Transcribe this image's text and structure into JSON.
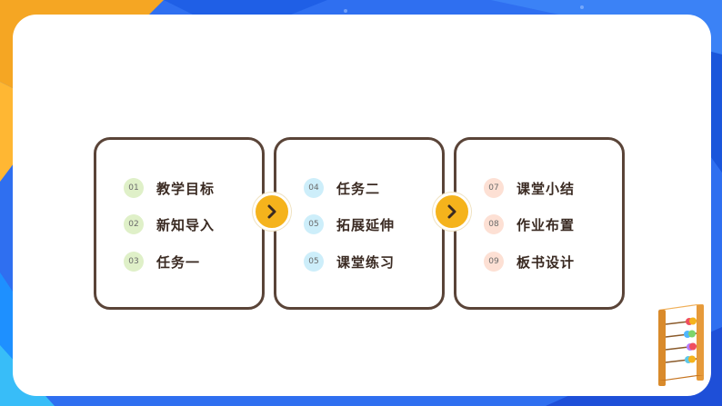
{
  "colors": {
    "background": "#2f6ff0",
    "accent_orange": "#f5a623",
    "panel_border": "#5a4438",
    "arrow_fill": "#f5b31c",
    "badge_green": "#dff0c8",
    "badge_blue": "#cdeefa",
    "badge_peach": "#fde0d4"
  },
  "panels": [
    {
      "items": [
        {
          "num": "01",
          "label": "教学目标",
          "badge": "green"
        },
        {
          "num": "02",
          "label": "新知导入",
          "badge": "green"
        },
        {
          "num": "03",
          "label": "任务一",
          "badge": "green"
        }
      ]
    },
    {
      "items": [
        {
          "num": "04",
          "label": "任务二",
          "badge": "blue"
        },
        {
          "num": "05",
          "label": "拓展延伸",
          "badge": "blue"
        },
        {
          "num": "05",
          "label": "课堂练习",
          "badge": "blue"
        }
      ]
    },
    {
      "items": [
        {
          "num": "07",
          "label": "课堂小结",
          "badge": "peach"
        },
        {
          "num": "08",
          "label": "作业布置",
          "badge": "peach"
        },
        {
          "num": "09",
          "label": "板书设计",
          "badge": "peach"
        }
      ]
    }
  ],
  "icons": {
    "arrow": "chevron-right-icon",
    "decoration": "abacus-icon"
  }
}
